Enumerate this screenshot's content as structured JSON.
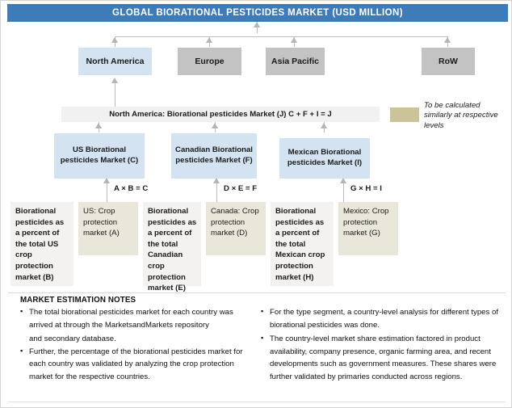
{
  "header": {
    "title": "GLOBAL  BIORATIONAL  PESTICIDES  MARKET (USD MILLION)",
    "color": "#3d7cb8"
  },
  "regions": [
    {
      "label": "North America",
      "style": "blue",
      "color": "#d4e3f2"
    },
    {
      "label": "Europe",
      "style": "grey",
      "color": "#c3c3c3"
    },
    {
      "label": "Asia Pacific",
      "style": "grey",
      "color": "#c3c3c3"
    },
    {
      "label": "RoW",
      "style": "grey",
      "color": "#c3c3c3"
    }
  ],
  "aggregate_bar": {
    "label": "North America: Biorational pesticides Market (J) C + F + I = J",
    "color": "#f1f1f1"
  },
  "legend": {
    "swatch_color": "#cbc498",
    "text": "To be calculated similarly at respective levels"
  },
  "country_boxes": [
    {
      "label": "US Biorational pesticides Market (C)",
      "color": "#d4e3f2"
    },
    {
      "label": "Canadian Biorational pesticides Market (F)",
      "color": "#d4e3f2"
    },
    {
      "label": "Mexican Biorational pesticides Market (I)",
      "color": "#d4e3f2"
    }
  ],
  "formulas": [
    {
      "label": "A × B = C"
    },
    {
      "label": "D × E = F"
    },
    {
      "label": "G × H = I"
    }
  ],
  "leaf_boxes": [
    {
      "label": "Biorational pesticides as a percent of the total US crop protection market (B)",
      "kind": "pct",
      "color": "#f3f2f0"
    },
    {
      "label": "US: Crop protection market (A)",
      "kind": "crop",
      "color": "#e9e7da"
    },
    {
      "label": "Biorational pesticides as a percent of the total Canadian crop protection market (E)",
      "kind": "pct",
      "color": "#f3f2f0"
    },
    {
      "label": "Canada: Crop protection market (D)",
      "kind": "crop",
      "color": "#e9e7da"
    },
    {
      "label": "Biorational pesticides as a percent of the total Mexican crop protection market (H)",
      "kind": "pct",
      "color": "#f3f2f0"
    },
    {
      "label": "Mexico: Crop protection market (G)",
      "kind": "crop",
      "color": "#e9e7da"
    }
  ],
  "notes": {
    "title": "MARKET ESTIMATION NOTES",
    "left": [
      "The total biorational pesticides market for each country was arrived at through the MarketsandMarkets repository",
      "and secondary database.",
      "Further, the percentage of the biorational pesticides market for each country was validated by analyzing the crop protection market for the respective countries."
    ],
    "right": [
      "For the type segment, a country-level analysis for different types of biorational pesticides was done.",
      "The country-level market share estimation factored in product availability, company presence, organic farming area, and recent developments such as government measures. These shares were further validated by primaries conducted across regions."
    ]
  }
}
